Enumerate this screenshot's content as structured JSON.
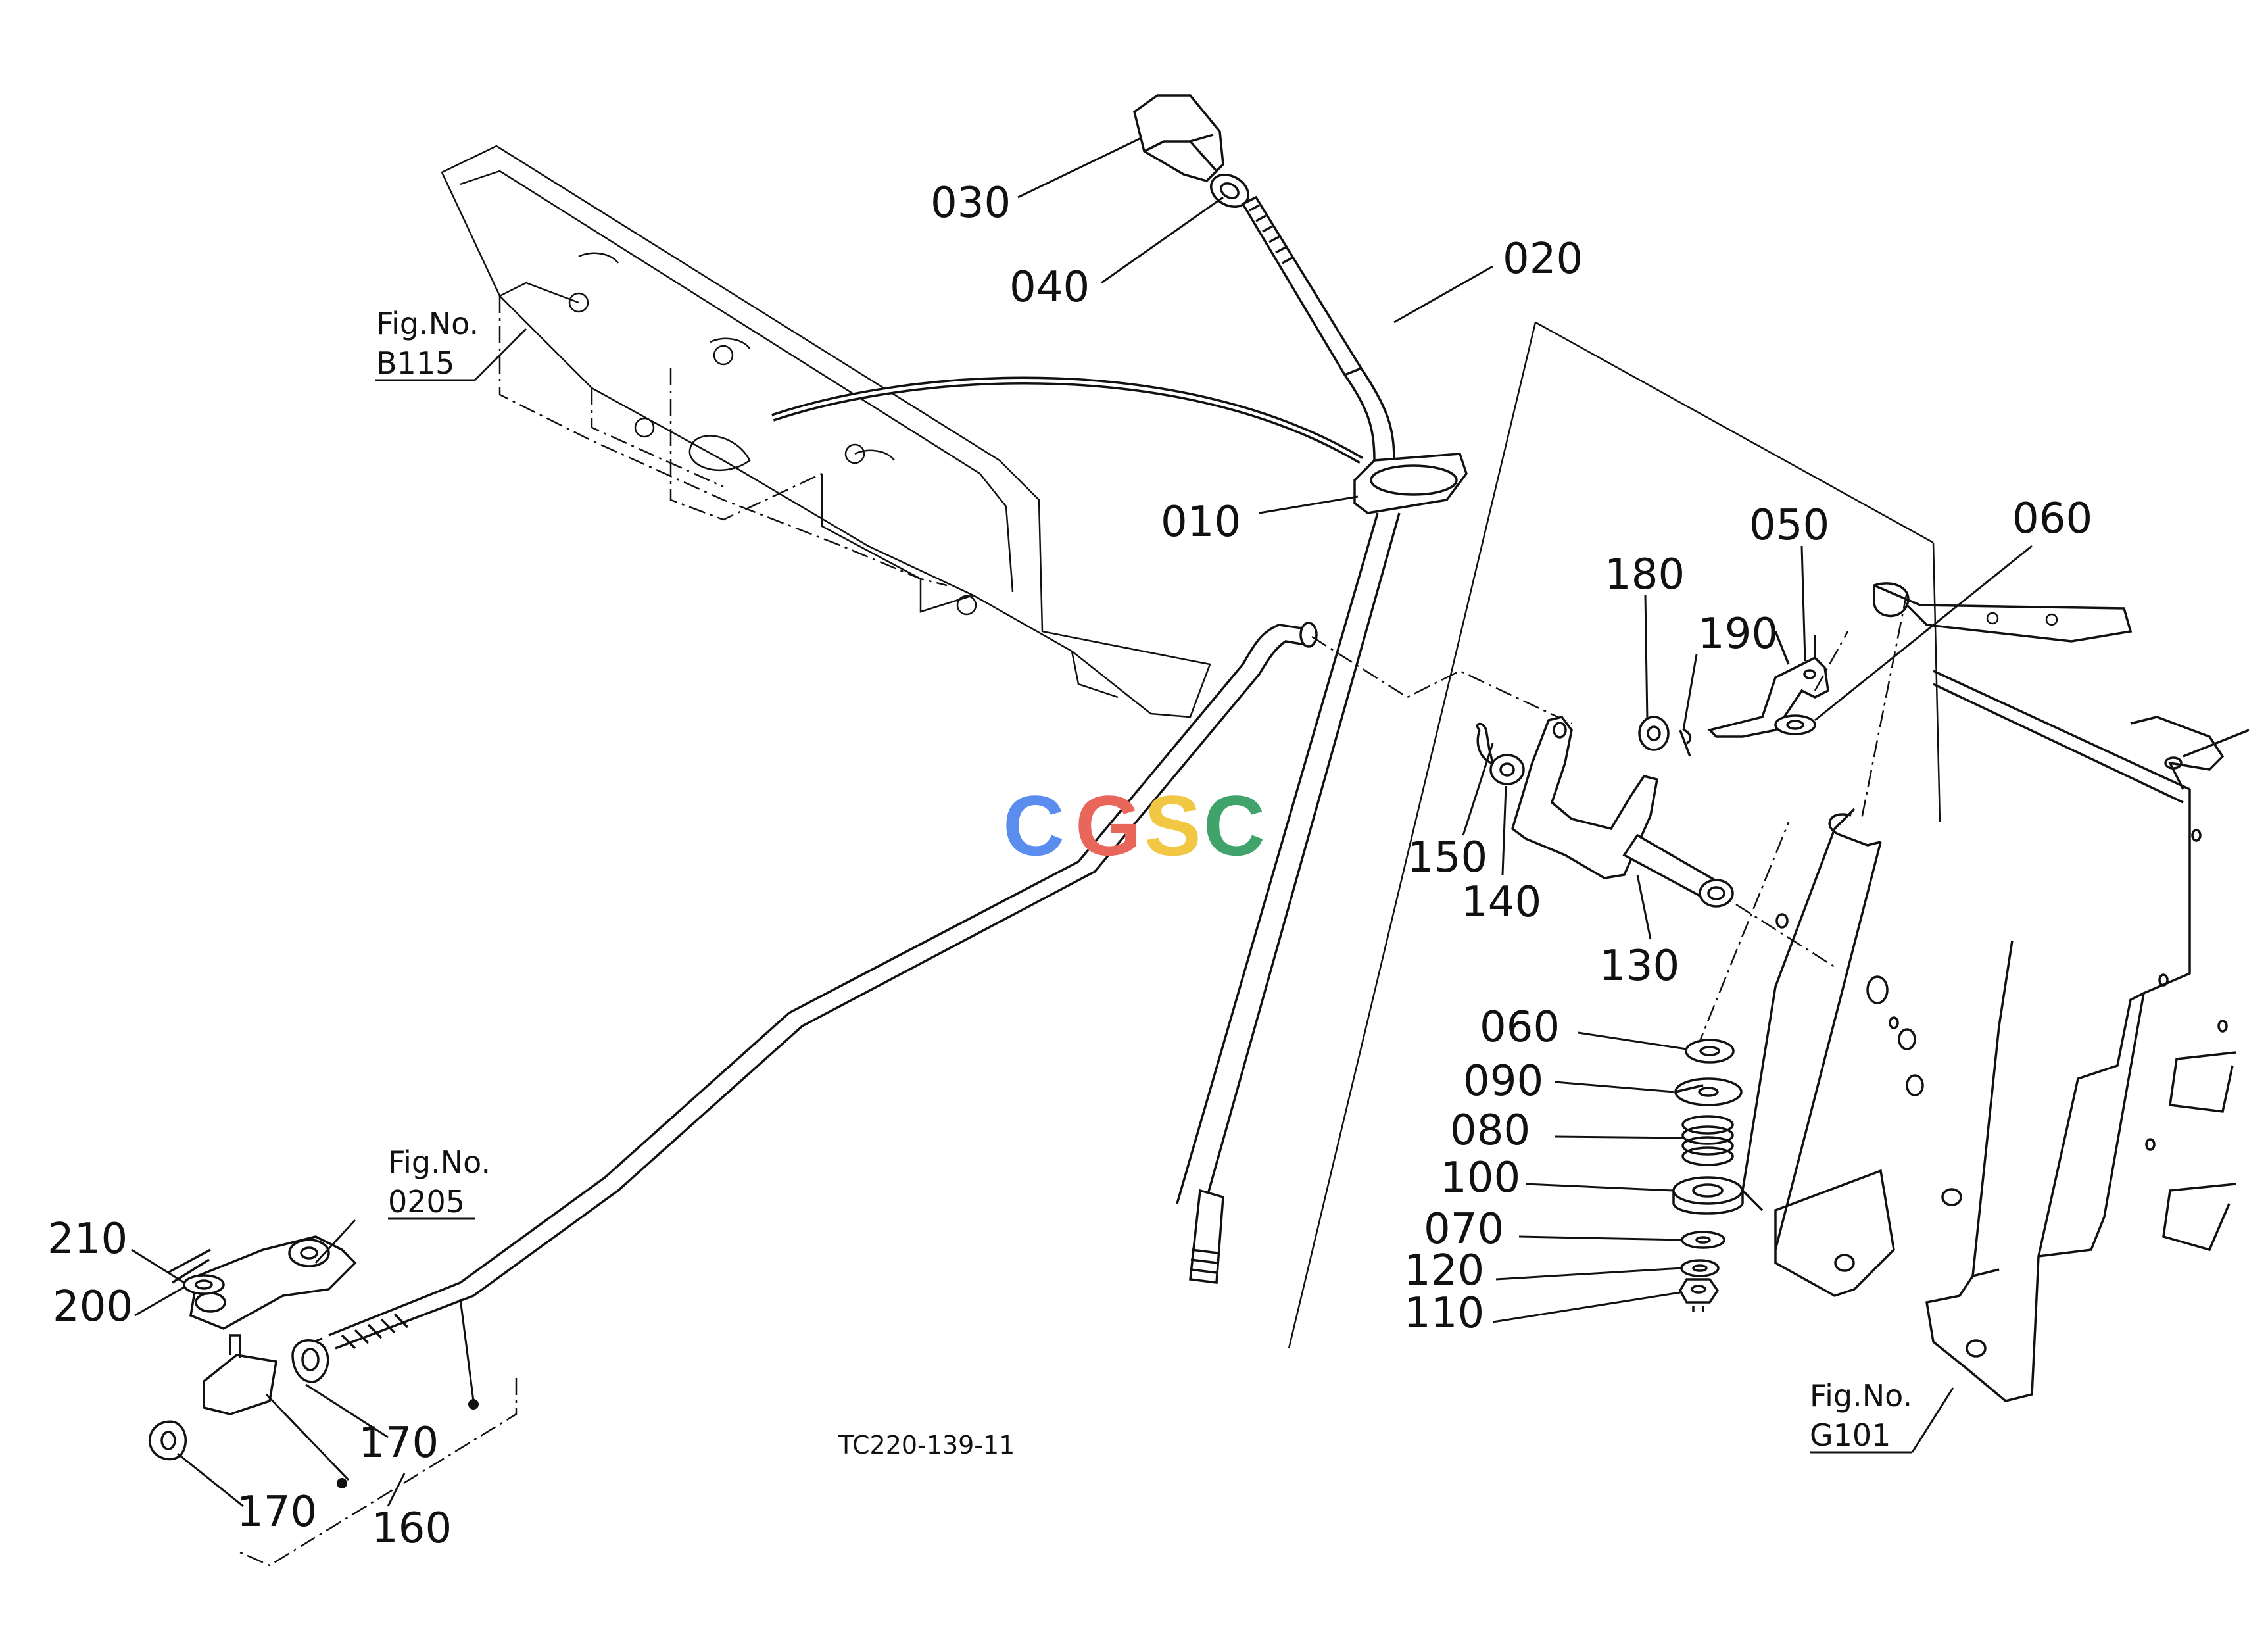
{
  "diagram": {
    "drawing_code": "TC220-139-11",
    "watermark": {
      "letters": [
        "C",
        "G",
        "S",
        "C"
      ],
      "colors": [
        "#5b8def",
        "#e8665a",
        "#f2c744",
        "#3fa36b"
      ]
    },
    "part_labels": {
      "p010": "010",
      "p020": "020",
      "p030": "030",
      "p040": "040",
      "p050": "050",
      "p060a": "060",
      "p060b": "060",
      "p070": "070",
      "p080": "080",
      "p090": "090",
      "p100": "100",
      "p110": "110",
      "p120": "120",
      "p130": "130",
      "p140": "140",
      "p150": "150",
      "p160": "160",
      "p170a": "170",
      "p170b": "170",
      "p180": "180",
      "p190": "190",
      "p200": "200",
      "p210": "210"
    },
    "figure_refs": {
      "b115": {
        "title": "Fig.No.",
        "number": "B115"
      },
      "f0205": {
        "title": "Fig.No.",
        "number": "0205"
      },
      "g101": {
        "title": "Fig.No.",
        "number": "G101"
      }
    }
  }
}
